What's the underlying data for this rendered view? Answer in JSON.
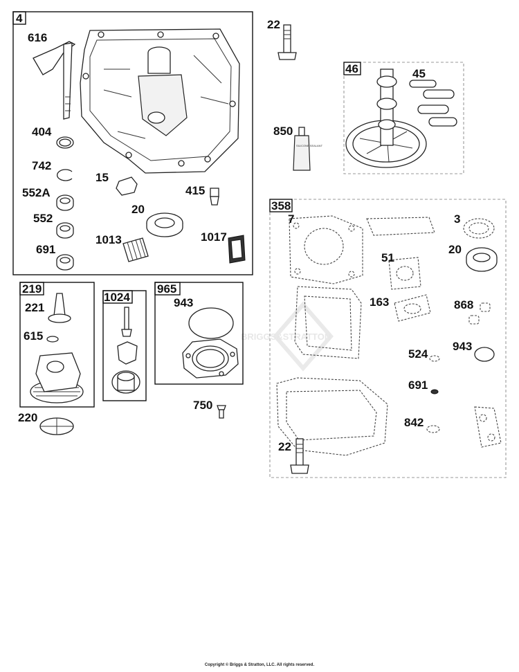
{
  "watermark": "BRIGGS&STRATTON",
  "copyright": "Copyright © Briggs & Stratton, LLC. All rights reserved.",
  "boxes": {
    "b4": "4",
    "b46": "46",
    "b358": "358",
    "b219": "219",
    "b1024": "1024",
    "b965": "965"
  },
  "sealant_label": "SILICONE SEALANT",
  "callouts": {
    "c616": "616",
    "c404": "404",
    "c742": "742",
    "c552A": "552A",
    "c552": "552",
    "c691a": "691",
    "c15": "15",
    "c415": "415",
    "c20a": "20",
    "c1013": "1013",
    "c1017": "1017",
    "c22a": "22",
    "c45": "45",
    "c850": "850",
    "c7": "7",
    "c3": "3",
    "c51": "51",
    "c20b": "20",
    "c163": "163",
    "c868": "868",
    "c524": "524",
    "c943b": "943",
    "c691b": "691",
    "c842": "842",
    "c22b": "22",
    "c221": "221",
    "c615": "615",
    "c220": "220",
    "c943a": "943",
    "c750": "750"
  }
}
